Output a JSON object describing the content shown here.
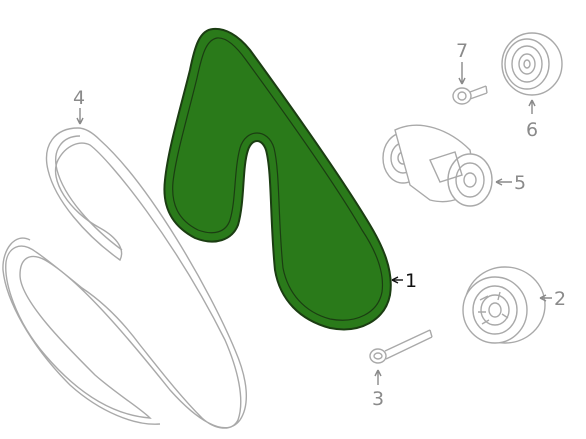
{
  "diagram": {
    "highlight_color": "#2a7a1a",
    "highlight_stroke": "#1b3d12",
    "line_color": "#a9a9a9",
    "callouts": [
      {
        "id": "1",
        "label": "1",
        "part": "serpentine-belt-highlighted"
      },
      {
        "id": "2",
        "label": "2",
        "part": "idler-pulley"
      },
      {
        "id": "3",
        "label": "3",
        "part": "pulley-bolt"
      },
      {
        "id": "4",
        "label": "4",
        "part": "accessory-drive-belt"
      },
      {
        "id": "5",
        "label": "5",
        "part": "belt-tensioner"
      },
      {
        "id": "6",
        "label": "6",
        "part": "idler-pulley-small"
      },
      {
        "id": "7",
        "label": "7",
        "part": "tensioner-bolt"
      }
    ]
  }
}
